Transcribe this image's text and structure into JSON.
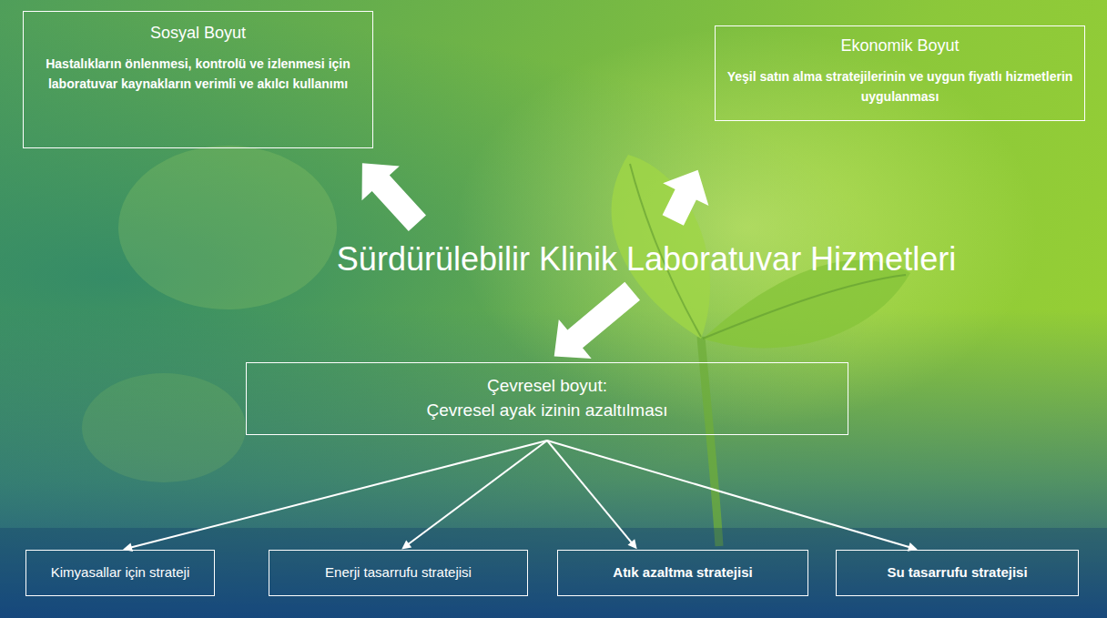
{
  "diagram": {
    "nodes": [
      {
        "text": [
          "Sosyal Boyut",
          "Hastalıkların önlenmesi, kontrolü ve izlenmesi için laboratuvar kaynakların verimli ve akılcı kullanımı"
        ]
      },
      {
        "text": [
          "Ekonomik Boyut",
          "Yeşil satın alma stratejilerinin ve uygun fiyatlı hizmetlerin uygulanması"
        ]
      },
      {
        "text": [
          "Sürdürülebilir Klinik Laboratuvar Hizmetleri"
        ]
      },
      {
        "text": [
          "Çevresel boyut:",
          "Çevresel ayak izinin azaltılması"
        ]
      },
      {
        "text": [
          "Kimyasallar için strateji"
        ]
      },
      {
        "text": [
          "Enerji tasarrufu stratejisi"
        ]
      },
      {
        "text": [
          "Atık azaltma stratejisi"
        ]
      },
      {
        "text": [
          "Su tasarrufu stratejisi"
        ]
      }
    ],
    "edges": [
      {
        "from": 2,
        "to": 0,
        "arrow": "to"
      },
      {
        "from": 2,
        "to": 1,
        "arrow": "to"
      },
      {
        "from": 2,
        "to": 3,
        "arrow": "to"
      },
      {
        "from": 3,
        "to": 4,
        "arrow": "to"
      },
      {
        "from": 3,
        "to": 5,
        "arrow": "to"
      },
      {
        "from": 3,
        "to": 6,
        "arrow": "to"
      },
      {
        "from": 3,
        "to": 7,
        "arrow": "to"
      }
    ]
  }
}
